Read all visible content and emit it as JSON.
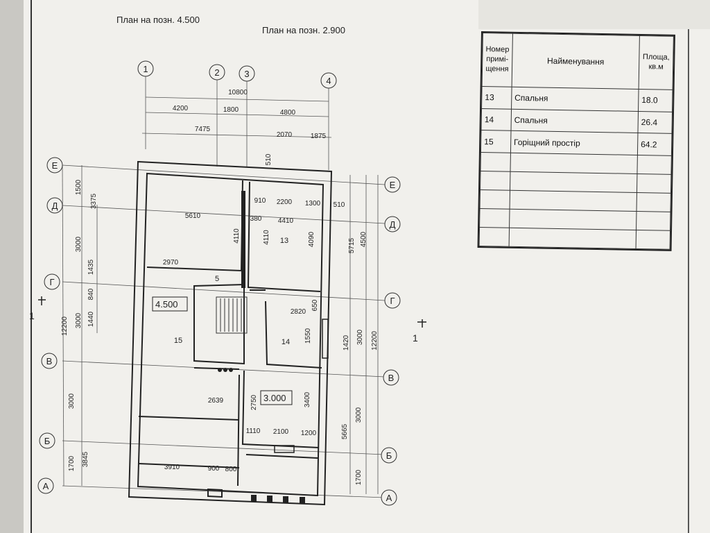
{
  "titles": {
    "plan_4500": "План на позн. 4.500",
    "plan_2900": "План на позн. 2.900"
  },
  "axes": {
    "columns": [
      "1",
      "2",
      "3",
      "4"
    ],
    "rows": [
      "Е",
      "Д",
      "Г",
      "В",
      "Б",
      "А"
    ]
  },
  "section_mark": "1",
  "dimensions": {
    "top_total": "10800",
    "top_row1": [
      "4200",
      "1800",
      "4800"
    ],
    "top_row2": [
      "7475",
      "2070",
      "1875"
    ],
    "top_510": "510",
    "left_outer": "12200",
    "left_inner": [
      "1500",
      "3000",
      "3000",
      "1700"
    ],
    "left_3375": "3375",
    "left_mid": [
      "1435",
      "840",
      "1440"
    ],
    "left_3845": "3845",
    "left_3000b": "3000",
    "right_inner": [
      "5715",
      "4500",
      "3000",
      "12200",
      "1420",
      "3000",
      "5665",
      "1700"
    ],
    "interior": [
      "910",
      "2200",
      "1300",
      "510",
      "5610",
      "380",
      "4410",
      "4110",
      "4110",
      "4090",
      "2970",
      "2820",
      "650",
      "1550",
      "2639",
      "2750",
      "3400",
      "1110",
      "2100",
      "1200",
      "3910",
      "900",
      "800"
    ]
  },
  "levels": {
    "left": "4.500",
    "right": "3.000"
  },
  "room_numbers": [
    "13",
    "14",
    "15",
    "5"
  ],
  "table": {
    "header_num": "Номер примі-щення",
    "header_name": "Найменування",
    "header_area": "Площа, кв.м",
    "rows": [
      {
        "num": "13",
        "name": "Спальня",
        "area": "18.0"
      },
      {
        "num": "14",
        "name": "Спальня",
        "area": "26.4"
      },
      {
        "num": "15",
        "name": "Горіщний простір",
        "area": "64.2"
      }
    ],
    "empty_rows": 5
  }
}
